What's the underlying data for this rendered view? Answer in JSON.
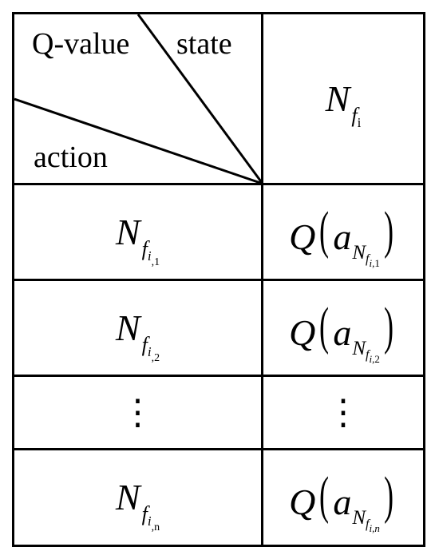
{
  "header": {
    "q_value_label": "Q-value",
    "state_label": "state",
    "action_label": "action",
    "state_symbol": {
      "base": "N",
      "sub": "f",
      "subsub": "i"
    }
  },
  "rows": [
    {
      "action": {
        "base": "N",
        "sub": "f",
        "idx_i": "i",
        "idx_sep": ",",
        "idx_n": "1"
      },
      "q": {
        "fn": "Q",
        "a": "a",
        "asub": "N",
        "bsub": "f",
        "csub_i": "i",
        "csub_sep": ",",
        "csub_n": "1"
      }
    },
    {
      "action": {
        "base": "N",
        "sub": "f",
        "idx_i": "i",
        "idx_sep": ",",
        "idx_n": "2"
      },
      "q": {
        "fn": "Q",
        "a": "a",
        "asub": "N",
        "bsub": "f",
        "csub_i": "i",
        "csub_sep": ",",
        "csub_n": "2"
      }
    },
    {
      "ellipsis_left": "⋮",
      "ellipsis_right": "⋮"
    },
    {
      "action": {
        "base": "N",
        "sub": "f",
        "idx_i": "i",
        "idx_sep": ",",
        "idx_n": "n"
      },
      "q": {
        "fn": "Q",
        "a": "a",
        "asub": "N",
        "bsub": "f",
        "csub_i": "i",
        "csub_sep": ",",
        "csub_n": "n"
      }
    }
  ]
}
